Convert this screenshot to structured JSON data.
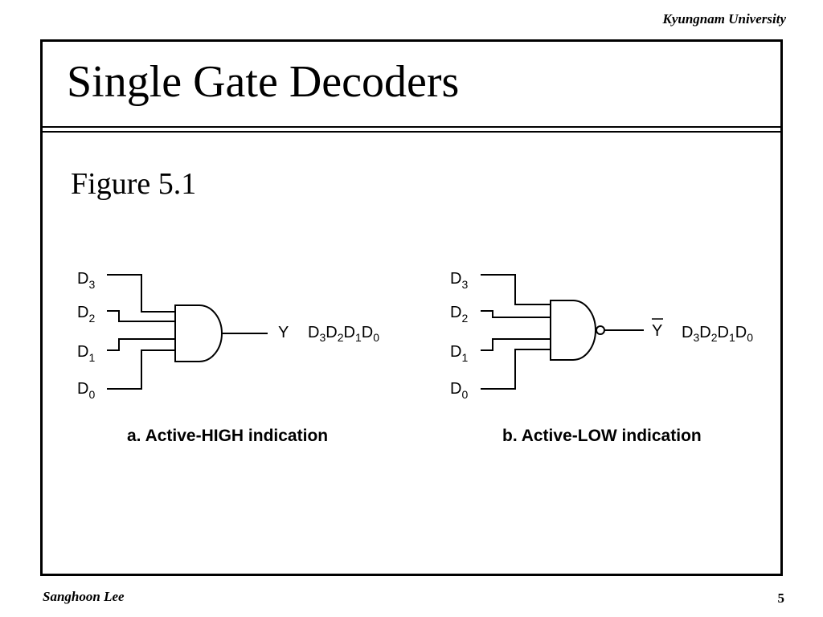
{
  "header": {
    "organization": "Kyungnam University"
  },
  "slide": {
    "title": "Single Gate Decoders",
    "subtitle": "Figure 5.1"
  },
  "diagram_a": {
    "inputs": [
      {
        "name": "D",
        "sub": "3"
      },
      {
        "name": "D",
        "sub": "2"
      },
      {
        "name": "D",
        "sub": "1"
      },
      {
        "name": "D",
        "sub": "0"
      }
    ],
    "output": "Y",
    "expression": [
      {
        "name": "D",
        "sub": "3"
      },
      {
        "name": "D",
        "sub": "2"
      },
      {
        "name": "D",
        "sub": "1"
      },
      {
        "name": "D",
        "sub": "0"
      }
    ],
    "caption": "a. Active-HIGH indication"
  },
  "diagram_b": {
    "inputs": [
      {
        "name": "D",
        "sub": "3"
      },
      {
        "name": "D",
        "sub": "2"
      },
      {
        "name": "D",
        "sub": "1"
      },
      {
        "name": "D",
        "sub": "0"
      }
    ],
    "output": "Y",
    "expression": [
      {
        "name": "D",
        "sub": "3"
      },
      {
        "name": "D",
        "sub": "2"
      },
      {
        "name": "D",
        "sub": "1"
      },
      {
        "name": "D",
        "sub": "0"
      }
    ],
    "caption": "b. Active-LOW indication"
  },
  "footer": {
    "author": "Sanghoon Lee",
    "page_number": "5"
  }
}
